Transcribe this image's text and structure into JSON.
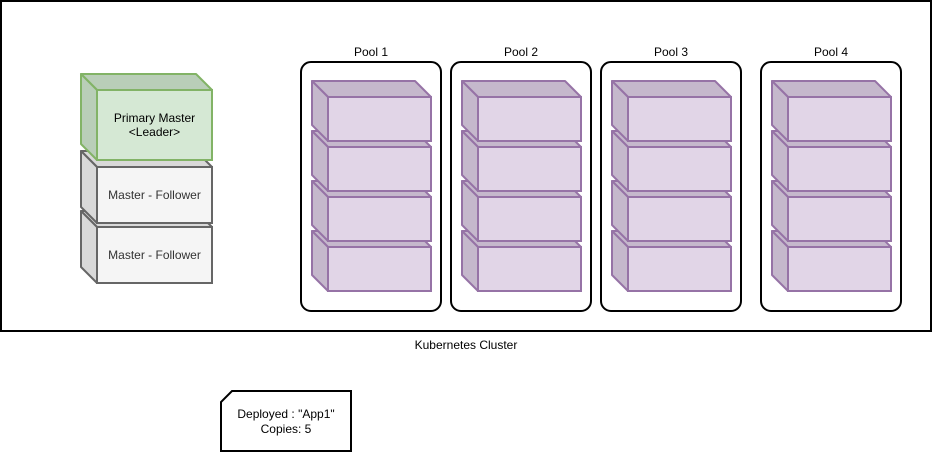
{
  "cluster": {
    "label": "Kubernetes Cluster"
  },
  "masters": [
    {
      "line1": "Primary Master",
      "line2": "<Leader>",
      "role": "leader"
    },
    {
      "line1": "Master - Follower",
      "line2": "",
      "role": "follower"
    },
    {
      "line1": "Master - Follower",
      "line2": "",
      "role": "follower"
    }
  ],
  "pools": [
    {
      "label": "Pool 1",
      "node_count": 4
    },
    {
      "label": "Pool 2",
      "node_count": 4
    },
    {
      "label": "Pool 3",
      "node_count": 4
    },
    {
      "label": "Pool 4",
      "node_count": 4
    }
  ],
  "deployment_card": {
    "line1": "Deployed : \"App1\"",
    "line2": "Copies:  5"
  },
  "colors": {
    "leader_fill": "#d5e8d4",
    "leader_side": "#b9ceb8",
    "leader_stroke": "#82b366",
    "follower_fill": "#f5f5f5",
    "follower_side": "#d9d9d9",
    "follower_stroke": "#666666",
    "node_fill": "#e1d5e7",
    "node_side": "#c5b8cc",
    "node_stroke": "#9673a6"
  }
}
